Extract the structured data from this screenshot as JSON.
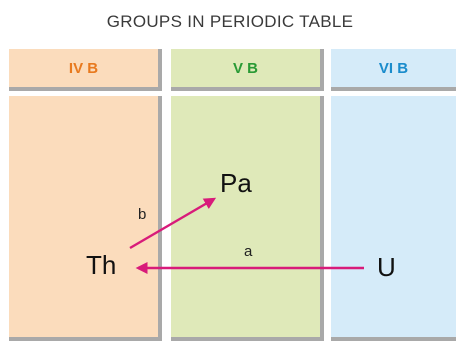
{
  "title": "GROUPS IN PERIODIC TABLE",
  "groups": [
    {
      "label": "IV B",
      "color": "#e87a1f"
    },
    {
      "label": "V B",
      "color": "#2a9a35"
    },
    {
      "label": "VI B",
      "color": "#1a8ccc"
    }
  ],
  "elements": {
    "th": "Th",
    "pa": "Pa",
    "u": "U"
  },
  "arrows": {
    "a": "a",
    "b": "b",
    "color": "#d81b7a"
  }
}
